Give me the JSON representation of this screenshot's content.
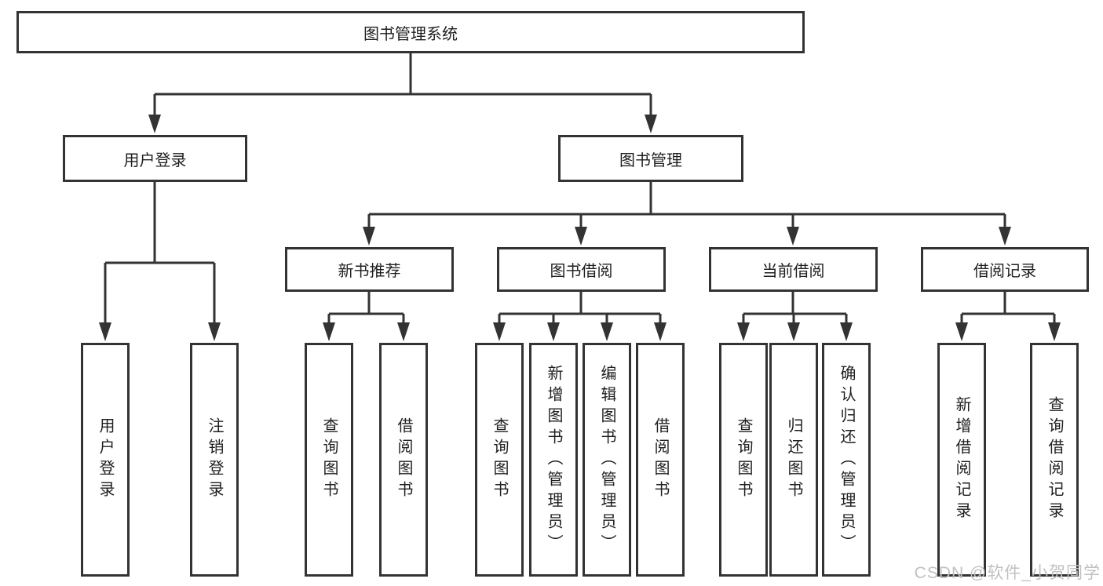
{
  "tree": {
    "root_label": "图书管理系统",
    "branches": [
      {
        "label": "用户登录",
        "leaves": [
          "用户登录",
          "注销登录"
        ]
      },
      {
        "label": "图书管理"
      }
    ],
    "modules": [
      {
        "label": "新书推荐",
        "leaves": [
          "查询图书",
          "借阅图书"
        ]
      },
      {
        "label": "图书借阅",
        "leaves": [
          "查询图书",
          "新增图书（管理员）",
          "编辑图书（管理员）",
          "借阅图书"
        ]
      },
      {
        "label": "当前借阅",
        "leaves": [
          "查询图书",
          "归还图书",
          "确认归还（管理员）"
        ]
      },
      {
        "label": "借阅记录",
        "leaves": [
          "新增借阅记录",
          "查询借阅记录"
        ]
      }
    ]
  },
  "watermark": "CSDN @软件_小贺同学",
  "colors": {
    "line": "#333333",
    "text": "#1f1f1f",
    "watermark": "#c2c1c1",
    "background": "#ffffff"
  }
}
